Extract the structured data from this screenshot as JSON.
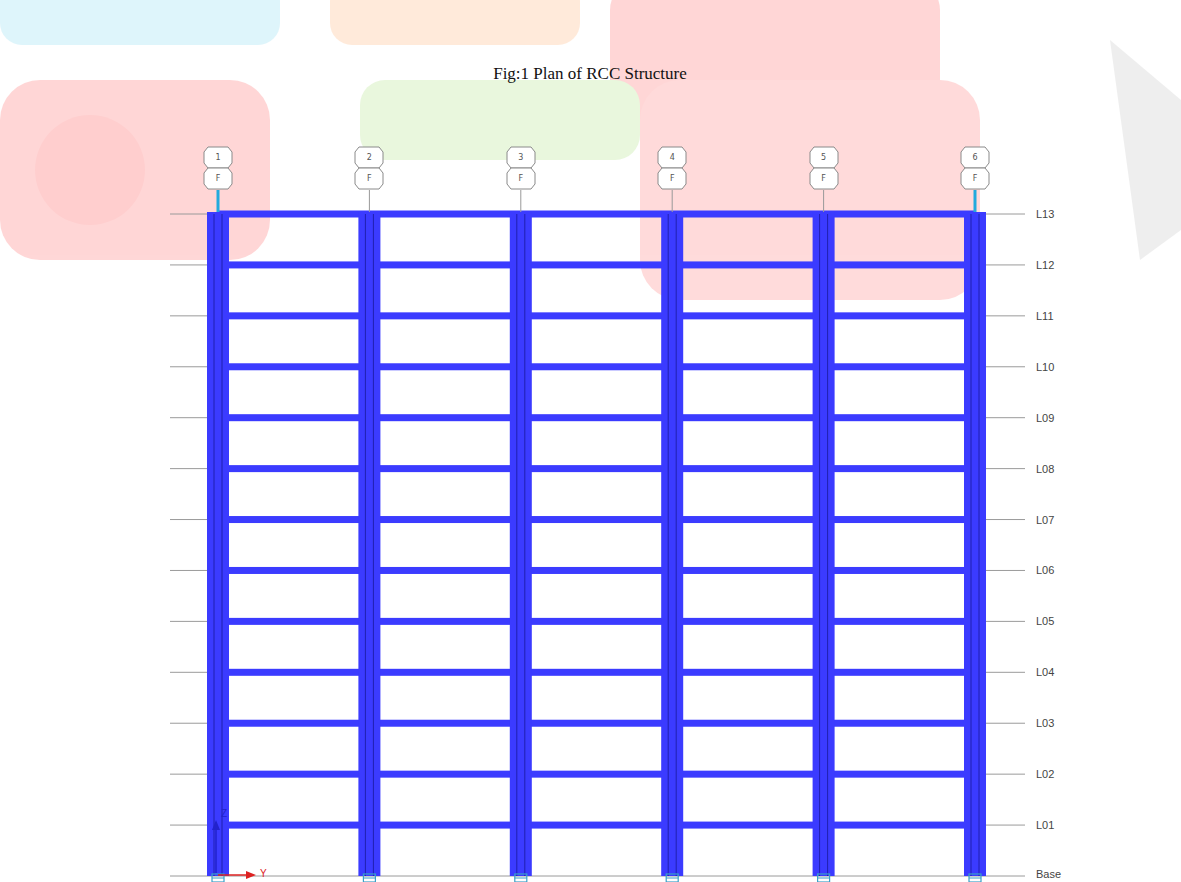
{
  "diagram": {
    "caption": "Fig:1 Plan of RCC Structure",
    "nodes": [
      {
        "text": [
          "1",
          "F"
        ]
      },
      {
        "text": [
          "2",
          "F"
        ]
      },
      {
        "text": [
          "3",
          "F"
        ]
      },
      {
        "text": [
          "4",
          "F"
        ]
      },
      {
        "text": [
          "5",
          "F"
        ]
      },
      {
        "text": [
          "6",
          "F"
        ]
      }
    ],
    "labels": [
      "L13",
      "L12",
      "L11",
      "L10",
      "L09",
      "L08",
      "L07",
      "L06",
      "L05",
      "L04",
      "L03",
      "L02",
      "L01",
      "Base",
      "Z",
      "Y"
    ]
  }
}
